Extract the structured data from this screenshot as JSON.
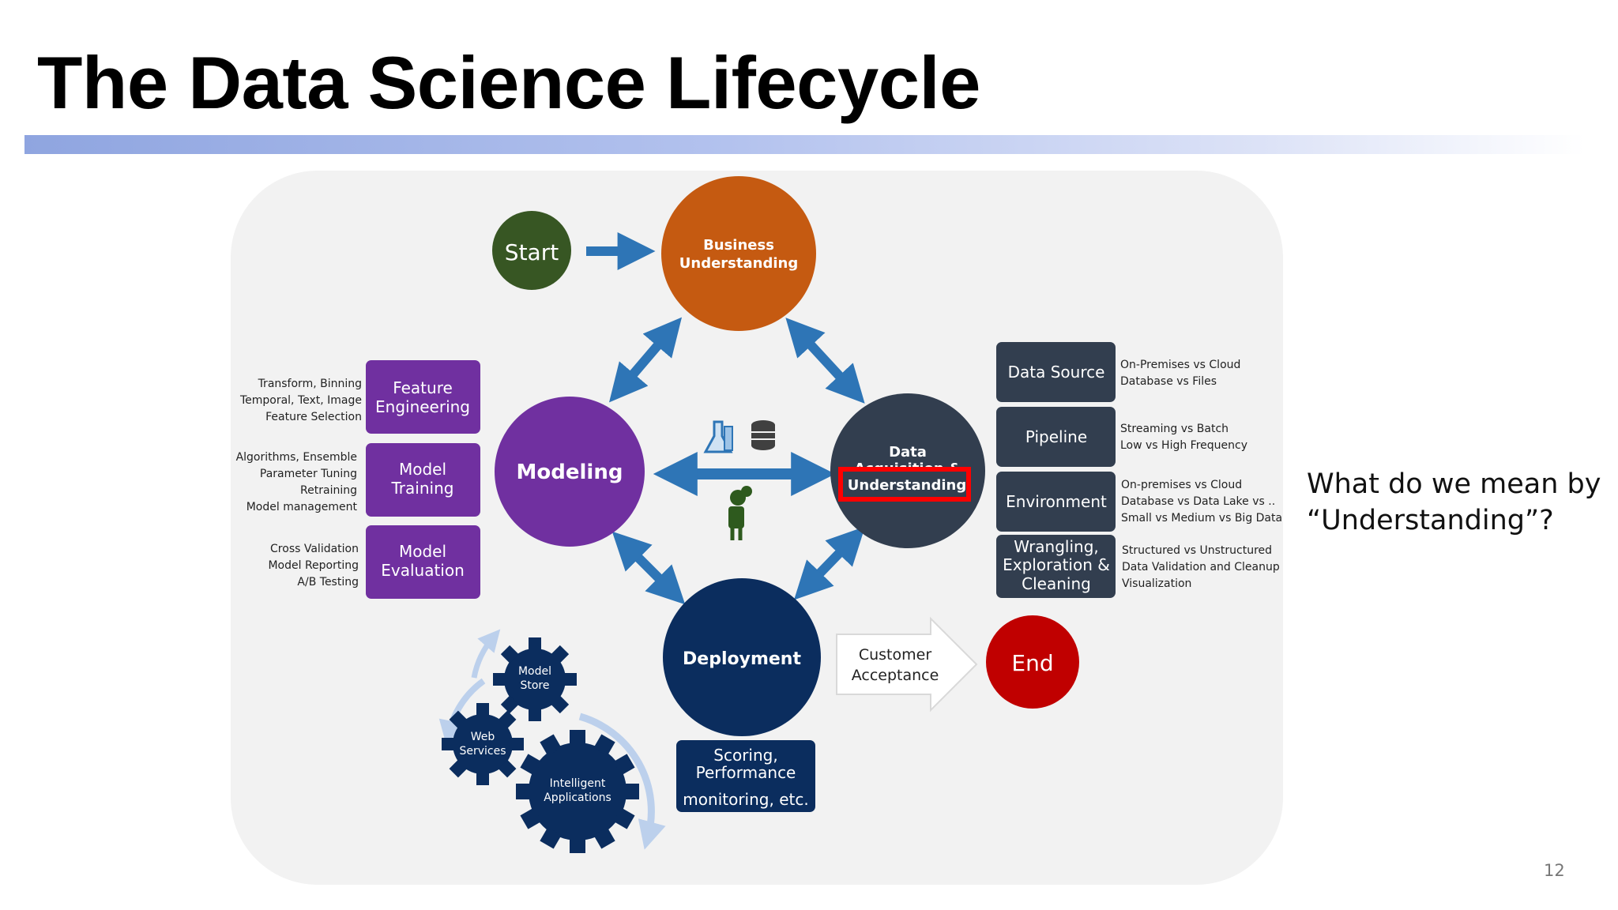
{
  "slide": {
    "title": "The Data Science Lifecycle",
    "question_line1": "What do we mean by",
    "question_line2": "“Understanding”?",
    "page_number": "12"
  },
  "diagram": {
    "start": "Start",
    "business_understanding": [
      "Business",
      "Understanding"
    ],
    "modeling": "Modeling",
    "data_acquisition": [
      "Data",
      "Acquisition &"
    ],
    "understanding_highlight": "Understanding",
    "deployment": "Deployment",
    "end": "End",
    "customer_acceptance": [
      "Customer",
      "Acceptance"
    ],
    "scoring": [
      "Scoring,",
      "Performance",
      "monitoring, etc."
    ],
    "modeling_steps": [
      {
        "box": [
          "Feature",
          "Engineering"
        ],
        "notes": [
          "Transform, Binning",
          "Temporal, Text, Image",
          "Feature Selection"
        ]
      },
      {
        "box": [
          "Model",
          "Training"
        ],
        "notes": [
          "Algorithms, Ensemble",
          "Parameter Tuning",
          "Retraining",
          "Model management"
        ]
      },
      {
        "box": [
          "Model",
          "Evaluation"
        ],
        "notes": [
          "Cross Validation",
          "Model Reporting",
          "A/B Testing"
        ]
      }
    ],
    "data_steps": [
      {
        "box": [
          "Data Source"
        ],
        "notes": [
          "On-Premises vs Cloud",
          "Database vs Files"
        ]
      },
      {
        "box": [
          "Pipeline"
        ],
        "notes": [
          "Streaming vs Batch",
          "Low vs High Frequency"
        ]
      },
      {
        "box": [
          "Environment"
        ],
        "notes": [
          "On-premises vs Cloud",
          "Database vs Data Lake  vs ..",
          "Small vs Medium vs Big Data"
        ]
      },
      {
        "box": [
          "Wrangling,",
          "Exploration &",
          "Cleaning"
        ],
        "notes": [
          "Structured vs Unstructured",
          "Data Validation and Cleanup",
          "Visualization"
        ]
      }
    ],
    "gears": {
      "model_store": [
        "Model",
        "Store"
      ],
      "web_services": [
        "Web",
        "Services"
      ],
      "intelligent_apps": [
        "Intelligent",
        "Applications"
      ]
    },
    "colors": {
      "start": "#375623",
      "business": "#c55a11",
      "modeling": "#7030a0",
      "data": "#323e4f",
      "deployment": "#0b2d5e",
      "end": "#c00000",
      "arrow": "#2e75b6",
      "highlight": "#ff0000"
    },
    "icons": [
      "flask-icon",
      "database-icon",
      "scientist-icon"
    ]
  }
}
